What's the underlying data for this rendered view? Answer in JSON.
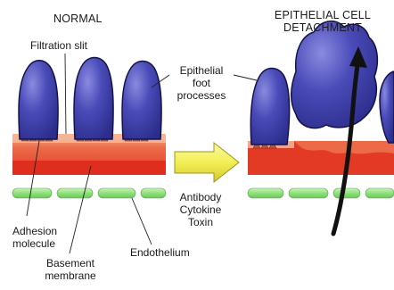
{
  "titles": {
    "normal": "NORMAL",
    "detachment_line1": "EPITHELIAL CELL",
    "detachment_line2": "DETACHMENT"
  },
  "labels": {
    "filtration_slit": "Filtration slit",
    "epithelial_line1": "Epithelial",
    "epithelial_line2": "foot",
    "epithelial_line3": "processes",
    "antibody": "Antibody",
    "cytokine": "Cytokine",
    "toxin": "Toxin",
    "adhesion_line1": "Adhesion",
    "adhesion_line2": "molecule",
    "basement_line1": "Basement",
    "basement_line2": "membrane",
    "endothelium": "Endothelium"
  },
  "colors": {
    "cell_fill": "#4a4bb8",
    "cell_stroke": "#13134a",
    "cell_highlight": "#8a8ae0",
    "membrane_red": "#e8402a",
    "membrane_pink": "#f4a880",
    "adhesion_orange": "#c2542e",
    "endothelium_green": "#8ee07a",
    "arrow_yellow": "#f2ef55",
    "leader_line": "#222222"
  },
  "icons": {
    "transition_arrow": "yellow-right-arrow",
    "detachment_arrow": "curved-up-arrow"
  }
}
